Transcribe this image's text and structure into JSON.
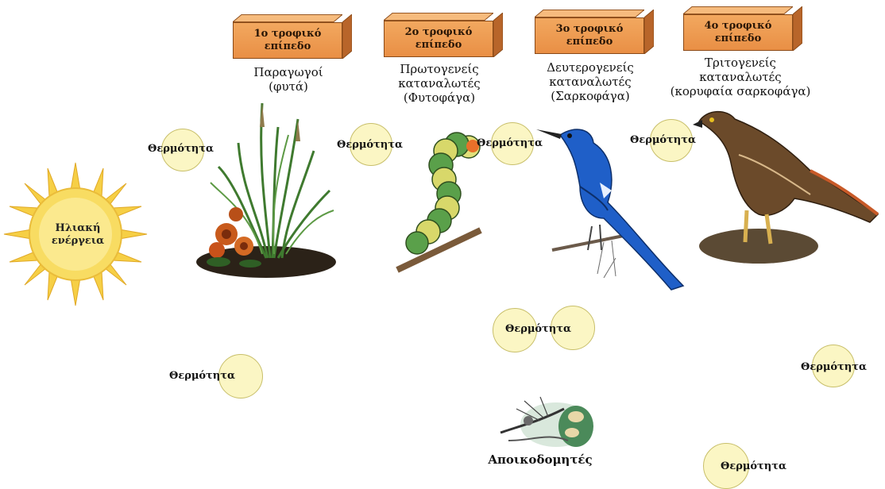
{
  "levels": [
    {
      "label": "1ο τροφικό\nεπίπεδο",
      "caption": "Παραγωγοί\n(φυτά)"
    },
    {
      "label": "2ο τροφικό\nεπίπεδο",
      "caption": "Πρωτογενείς\nκαταναλωτές\n(Φυτοφάγα)"
    },
    {
      "label": "3ο τροφικό\nεπίπεδο",
      "caption": "Δευτερογενείς\nκαταναλωτές\n(Σαρκοφάγα)"
    },
    {
      "label": "4ο τροφικό\nεπίπεδο",
      "caption": "Τριτογενείς\nκαταναλωτές\n(κορυφαία σαρκοφάγα)"
    }
  ],
  "sun": {
    "label": "Ηλιακή\nενέργεια"
  },
  "heat_label": "Θερμότητα",
  "decomposers": {
    "label": "Αποικοδομητές"
  },
  "colors": {
    "box": "#ec9a4f",
    "heat_circle": "#fbf6c4",
    "sun": "#f8d85a"
  }
}
